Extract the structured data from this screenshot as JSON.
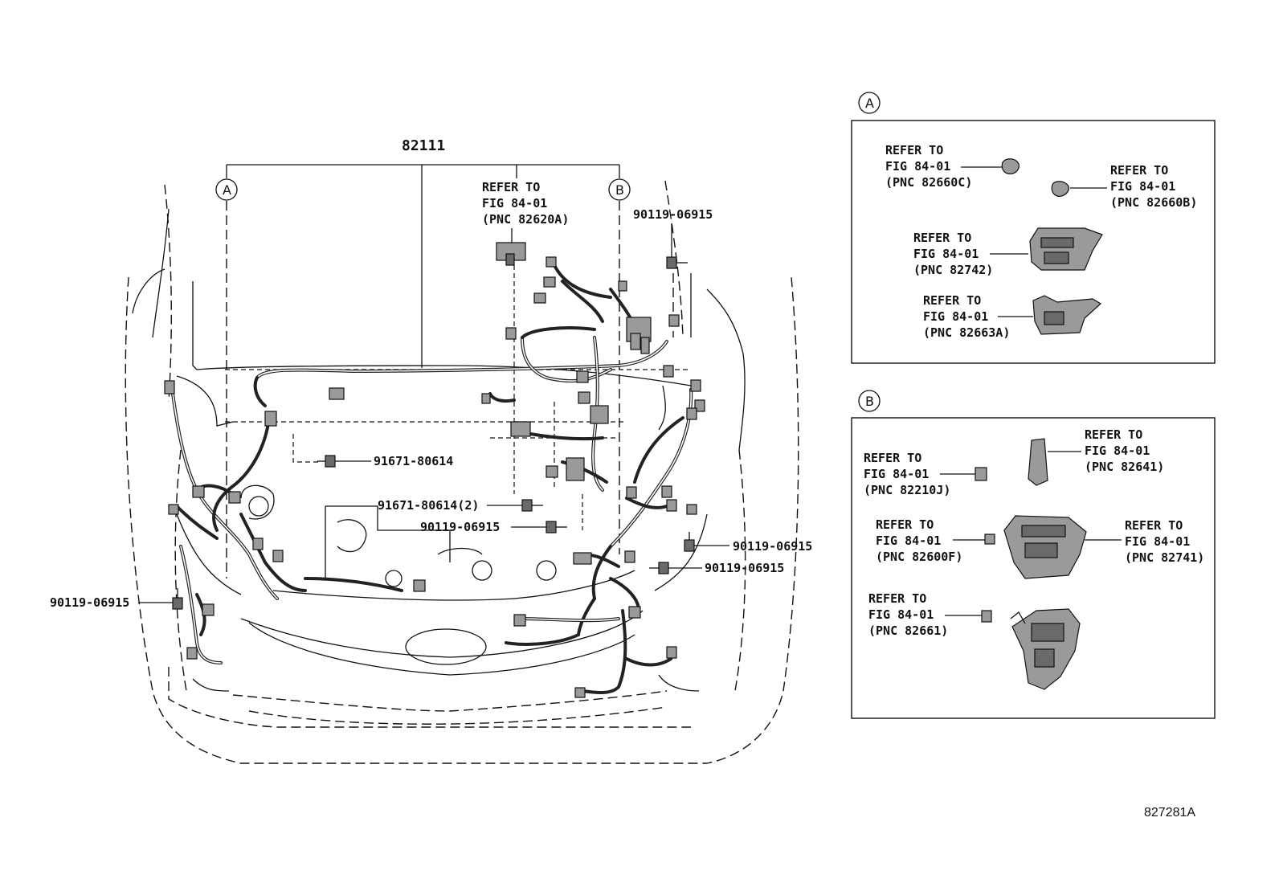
{
  "main": {
    "harness_number": "82111",
    "callout_a": "A",
    "callout_b": "B",
    "refer_82620a": [
      "REFER TO",
      "FIG 84-01",
      "(PNC 82620A)"
    ],
    "bolt_top_right": "90119-06915",
    "screw_upper": "91671-80614",
    "screw_mid": "91671-80614(2)",
    "bolt_mid": "90119-06915",
    "bolt_right_a": "90119-06915",
    "bolt_right_b": "90119-06915",
    "bolt_left": "90119-06915"
  },
  "detail_a": {
    "callout": "A",
    "refs": [
      [
        "REFER TO",
        "FIG 84-01",
        "(PNC 82660C)"
      ],
      [
        "REFER TO",
        "FIG 84-01",
        "(PNC 82660B)"
      ],
      [
        "REFER TO",
        "FIG 84-01",
        "(PNC 82742)"
      ],
      [
        "REFER TO",
        "FIG 84-01",
        "(PNC 82663A)"
      ]
    ]
  },
  "detail_b": {
    "callout": "B",
    "refs": [
      [
        "REFER TO",
        "FIG 84-01",
        "(PNC 82210J)"
      ],
      [
        "REFER TO",
        "FIG 84-01",
        "(PNC 82641)"
      ],
      [
        "REFER TO",
        "FIG 84-01",
        "(PNC 82600F)"
      ],
      [
        "REFER TO",
        "FIG 84-01",
        "(PNC 82741)"
      ],
      [
        "REFER TO",
        "FIG 84-01",
        "(PNC 82661)"
      ]
    ]
  },
  "illustration_code": "827281A"
}
